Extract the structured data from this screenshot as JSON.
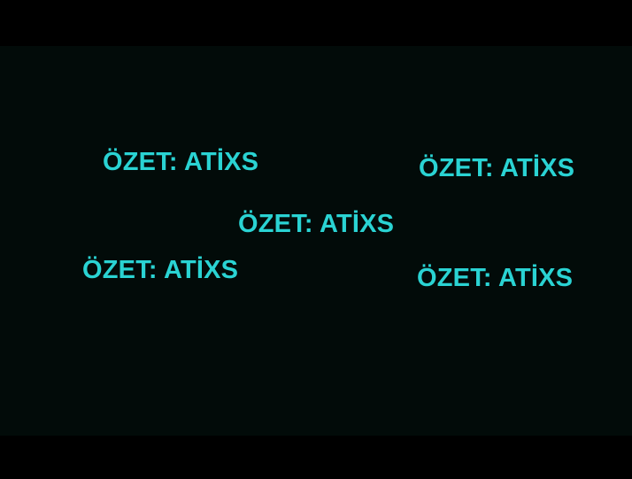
{
  "colors": {
    "background": "#000000",
    "panel": "#020b09",
    "text": "#2ad3d3"
  },
  "captions": [
    {
      "text": "ÖZET: ATİXS"
    },
    {
      "text": "ÖZET: ATİXS"
    },
    {
      "text": "ÖZET: ATİXS"
    },
    {
      "text": "ÖZET: ATİXS"
    },
    {
      "text": "ÖZET: ATİXS"
    }
  ]
}
